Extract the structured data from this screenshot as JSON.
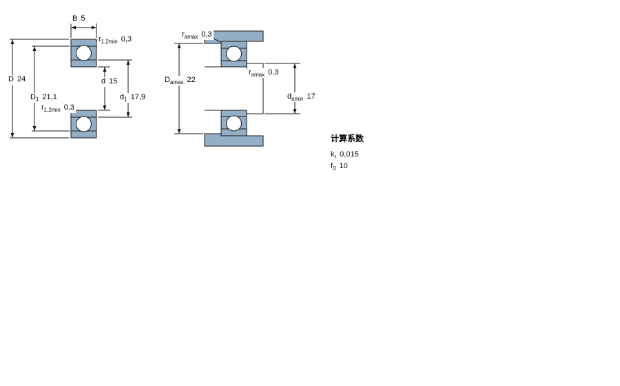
{
  "colors": {
    "section_fill": "#93AFC7",
    "line": "#1a1a1a"
  },
  "left_view": {
    "width_dim": {
      "sym": "B",
      "val": "5"
    },
    "fillet_top": {
      "sym": "r",
      "sub": "1,2min",
      "val": "0,3"
    },
    "outer_diameter": {
      "sym": "D",
      "val": "24"
    },
    "outer_shoulder_diameter": {
      "sym": "D",
      "sub": "1",
      "val": "21,1"
    },
    "bore_diameter": {
      "sym": "d",
      "val": "15"
    },
    "inner_shoulder_diameter": {
      "sym": "d",
      "sub": "1",
      "val": "17,9"
    },
    "fillet_mid": {
      "sym": "r",
      "sub": "1,2min",
      "val": "0,3"
    }
  },
  "right_view": {
    "housing_fillet": {
      "sym": "r",
      "sub": "amax",
      "val": "0,3"
    },
    "housing_abutment_diameter": {
      "sym": "D",
      "sub": "amax",
      "val": "22"
    },
    "shaft_fillet": {
      "sym": "r",
      "sub": "amax",
      "val": "0,3"
    },
    "shaft_abutment_diameter": {
      "sym": "d",
      "sub": "amin",
      "val": "17"
    }
  },
  "calculation_factors": {
    "heading": "计算系数",
    "kr": {
      "sym": "k",
      "sub": "r",
      "val": "0,015"
    },
    "f0": {
      "sym": "f",
      "sub": "0",
      "val": "10"
    }
  }
}
